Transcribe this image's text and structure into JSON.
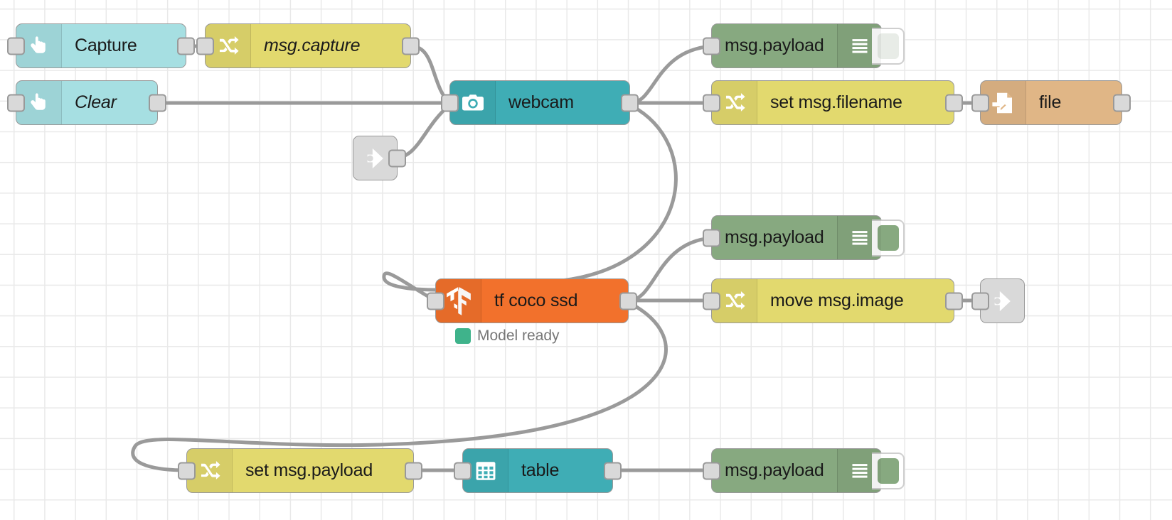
{
  "editor": {
    "name": "node-red-flow-canvas",
    "background": "#ffffff",
    "grid_color": "#e9e9e9",
    "wire_color": "#9a9a9a"
  },
  "palette": {
    "inject": "#a6dfe2",
    "change": "#e2d96e",
    "camera": "#3fadb5",
    "debug": "#87a980",
    "file": "#e0b686",
    "tensorflow": "#f2712c",
    "table": "#3fadb5",
    "link": "#d9d9d9",
    "status_green": "#3fb38b"
  },
  "nodes": [
    {
      "id": "inject-capture",
      "label": "Capture",
      "icon": "hand-pointer-icon",
      "type": "inject"
    },
    {
      "id": "inject-clear",
      "label": "Clear",
      "icon": "hand-pointer-icon",
      "type": "inject"
    },
    {
      "id": "change-capture",
      "label": "msg.capture",
      "icon": "change-shuffle-icon",
      "type": "change"
    },
    {
      "id": "link-in-1",
      "label": "",
      "icon": "link-in-arrow-icon",
      "type": "link-in"
    },
    {
      "id": "camera-webcam",
      "label": "webcam",
      "icon": "camera-icon",
      "type": "camera"
    },
    {
      "id": "debug-top",
      "label": "msg.payload",
      "icon": "debug-list-icon",
      "type": "debug",
      "enabled": false
    },
    {
      "id": "change-filename",
      "label": "set msg.filename",
      "icon": "change-shuffle-icon",
      "type": "change"
    },
    {
      "id": "file-write",
      "label": "file",
      "icon": "file-arrow-icon",
      "type": "file"
    },
    {
      "id": "tf-coco-ssd",
      "label": "tf coco ssd",
      "icon": "tensorflow-icon",
      "type": "tensorflow",
      "status": "Model ready"
    },
    {
      "id": "debug-mid",
      "label": "msg.payload",
      "icon": "debug-list-icon",
      "type": "debug",
      "enabled": true
    },
    {
      "id": "change-image",
      "label": "move msg.image",
      "icon": "change-shuffle-icon",
      "type": "change"
    },
    {
      "id": "link-out-1",
      "label": "",
      "icon": "link-out-arrow-icon",
      "type": "link-out"
    },
    {
      "id": "change-payload",
      "label": "set msg.payload",
      "icon": "change-shuffle-icon",
      "type": "change"
    },
    {
      "id": "table-node",
      "label": "table",
      "icon": "table-grid-icon",
      "type": "table"
    },
    {
      "id": "debug-bottom",
      "label": "msg.payload",
      "icon": "debug-list-icon",
      "type": "debug",
      "enabled": true
    }
  ],
  "labels": {
    "capture": "Capture",
    "clear": "Clear",
    "msg_capture": "msg.capture",
    "webcam": "webcam",
    "msg_payload_top": "msg.payload",
    "set_msg_filename": "set msg.filename",
    "file": "file",
    "tf_coco_ssd": "tf coco ssd",
    "model_ready": "Model ready",
    "msg_payload_mid": "msg.payload",
    "move_msg_image": "move msg.image",
    "set_msg_payload": "set msg.payload",
    "table": "table",
    "msg_payload_bottom": "msg.payload"
  }
}
